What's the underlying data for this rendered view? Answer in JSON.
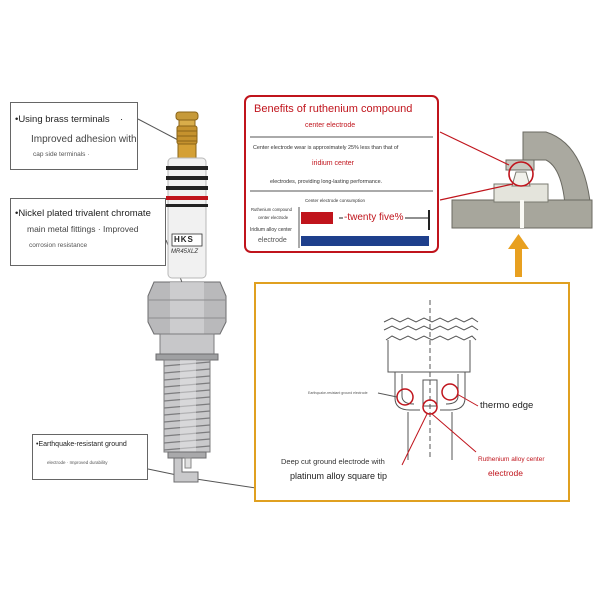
{
  "callouts": {
    "brass": {
      "title": "•Using brass terminals",
      "dot": "·",
      "line2": "Improved adhesion with",
      "line3": "cap side terminals ·"
    },
    "nickel": {
      "title": "•Nickel plated trivalent chromate",
      "line2": "main metal fittings · Improved",
      "line3": "corrosion resistance"
    },
    "earthquake": {
      "title": "•Earthquake-resistant ground",
      "line2": "electrode · Improved durability"
    }
  },
  "plug": {
    "brand": "HKS",
    "model": "MR45XLZ"
  },
  "benefits": {
    "title": "Benefits of ruthenium compound",
    "subtitle": "center electrode",
    "desc1": "Center electrode wear is approximately 25% less than that of",
    "desc2": "iridium center",
    "desc3": "electrodes, providing long-lasting performance.",
    "consumption_label": "Center electrode consumption",
    "row1_label1": "Ruthenium compound",
    "row1_label2": "center electrode",
    "row2_label1": "Iridium alloy center",
    "row2_label2": "electrode",
    "bar_annotation": "-twenty five%"
  },
  "detail": {
    "ground_label": "Earthquake-resistant ground electrode",
    "thermo": "thermo edge",
    "deepcut1": "Deep cut ground electrode with",
    "deepcut2": "platinum alloy square tip",
    "ruthenium1": "Ruthenium alloy center",
    "ruthenium2": "electrode"
  },
  "colors": {
    "red": "#c0141c",
    "gold_frame": "#e0a020",
    "blue_bar": "#1e3f8c",
    "orange_arrow": "#e8a020"
  }
}
